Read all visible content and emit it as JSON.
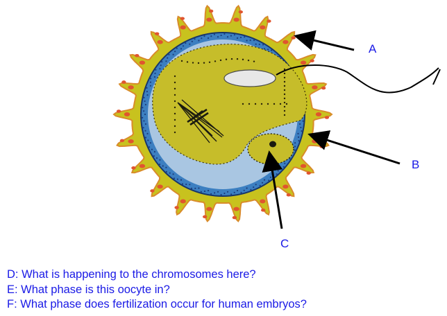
{
  "diagram": {
    "labels": {
      "a": "A",
      "b": "B",
      "c": "C"
    },
    "colors": {
      "corona": "#c8c21e",
      "corona_edge": "#d98b2a",
      "corona_dot": "#e0552f",
      "zona": "#3c7fc1",
      "zona_dot": "#1e3d7a",
      "ooplasm": "#c6bd2a",
      "perivitelline": "#a9c6e2",
      "label": "#1a1ae6"
    }
  },
  "questions": [
    "D: What is happening to the chromosomes here?",
    "E: What phase is this oocyte in?",
    "F: What phase does fertilization occur for human embryos?"
  ]
}
